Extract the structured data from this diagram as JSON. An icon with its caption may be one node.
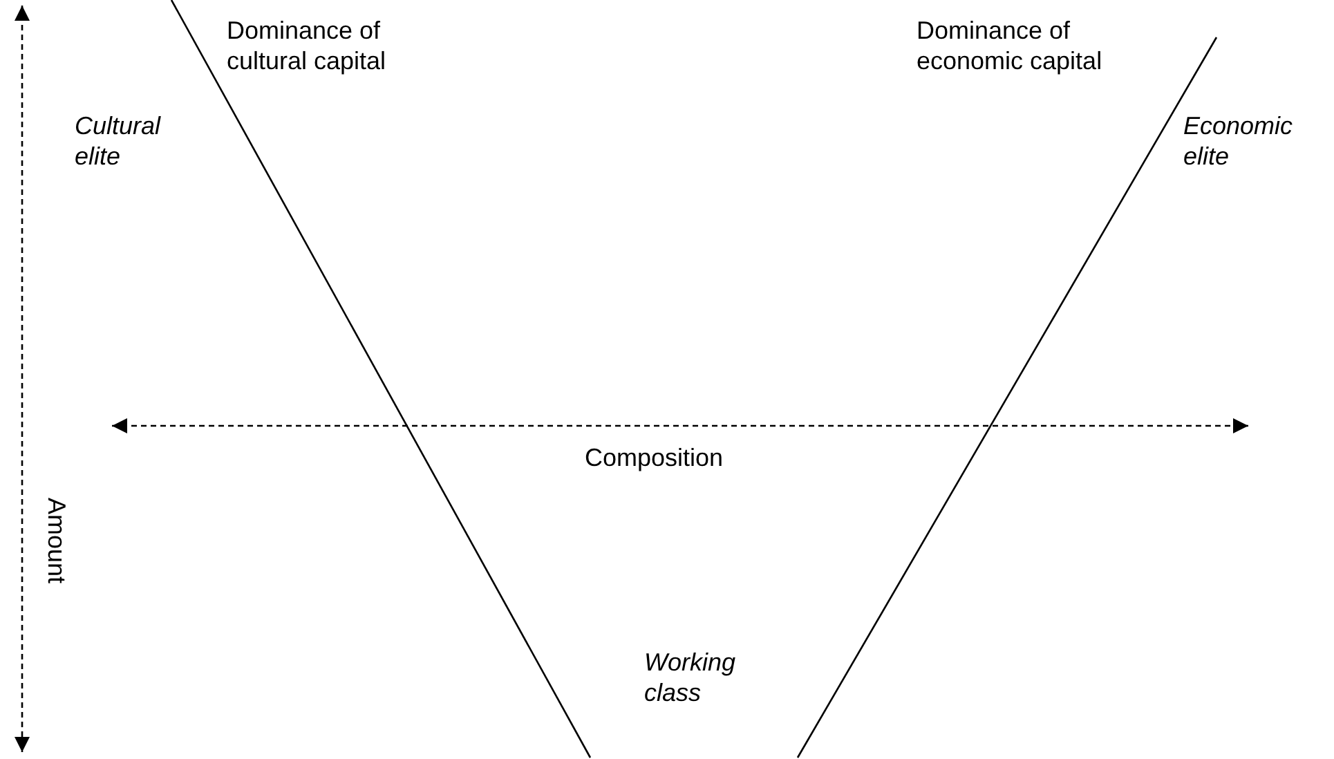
{
  "diagram": {
    "labels": [
      "Dominance of cultural capital",
      "Dominance of economic capital",
      "Cultural elite",
      "Economic elite",
      "Composition",
      "Amount",
      "Working class"
    ]
  }
}
